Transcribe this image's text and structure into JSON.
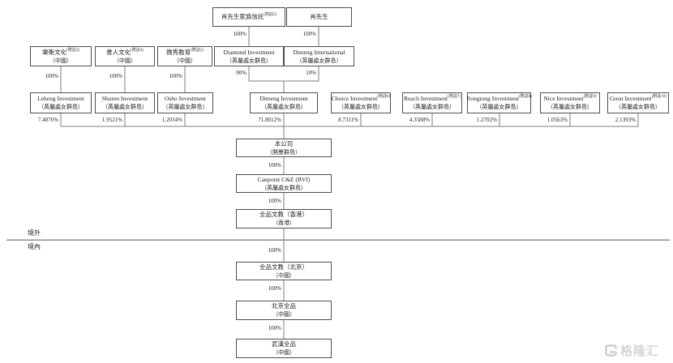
{
  "regions": {
    "outside": "境外",
    "inside": "境內"
  },
  "watermark": {
    "brand": "格隆汇"
  },
  "nodes": {
    "trust": {
      "name": "肖先生家族信託",
      "note": "(附註2)",
      "pct": "100%"
    },
    "xiao": {
      "name": "肖先生",
      "pct": "100%"
    },
    "leheng_culture": {
      "name": "樂衡文化",
      "note": "(附註3)",
      "loc": "（中國）",
      "pct": "100%"
    },
    "shuren_culture": {
      "name": "書人文化",
      "note": "(附註4)",
      "loc": "（中國）",
      "pct": "100%"
    },
    "weixiu_edu": {
      "name": "微秀教育",
      "note": "(附註5)",
      "loc": "（中國）",
      "pct": "100%"
    },
    "diamond": {
      "name": "Diamond Investment",
      "loc": "（英屬處女群島）",
      "pct": "90%"
    },
    "dimeng_intl": {
      "name": "Dimeng International",
      "loc": "（英屬處女群島）",
      "pct": "10%"
    },
    "leheng_inv": {
      "name": "Leheng Investment",
      "loc": "（英屬處女群島）",
      "pct": "7.4876%"
    },
    "shuren_inv": {
      "name": "Shuren Investment",
      "loc": "（英屬處女群島）",
      "pct": "1.9521%"
    },
    "osho_inv": {
      "name": "Osho Investment",
      "loc": "（英屬處女群島）",
      "pct": "1.2034%"
    },
    "dimeng_inv": {
      "name": "Dimeng Investment",
      "loc": "（英屬處女群島）",
      "pct": "71.8012%"
    },
    "choice_inv": {
      "name": "Choice Investment",
      "note": "(附註6)",
      "loc": "（英屬處女群島）",
      "pct": "8.7311%"
    },
    "reach_inv": {
      "name": "Reach Investment",
      "note": "(附註7)",
      "loc": "（英屬處女群島）",
      "pct": "4.3588%"
    },
    "rongtong_inv": {
      "name": "Rongtong Investment",
      "note": "(附註8)",
      "loc": "（英屬處女群島）",
      "pct": "1.2702%"
    },
    "nice_inv": {
      "name": "Nice Investment",
      "note": "(附註9)",
      "loc": "（英屬處女群島）",
      "pct": "1.0563%"
    },
    "great_inv": {
      "name": "Great Investment",
      "note": "(附註10)",
      "loc": "（英屬處女群島）",
      "pct": "2.1393%"
    },
    "company": {
      "name": "本公司",
      "loc": "（開曼群島）",
      "pct": "100%"
    },
    "canpoint_bvi": {
      "name": "Canpoint C&E (BVI)",
      "loc": "（英屬處女群島）",
      "pct": "100%"
    },
    "quanpin_hk": {
      "name": "全品文教（香港）",
      "loc": "（香港）",
      "pct": "100%"
    },
    "quanpin_bj": {
      "name": "全品文教（北京）",
      "loc": "（中國）",
      "pct": "100%"
    },
    "beijing_quanpin": {
      "name": "北京全品",
      "loc": "（中國）",
      "pct": "100%"
    },
    "wuhan_quanpin": {
      "name": "武漢全品",
      "loc": "（中國）"
    }
  }
}
